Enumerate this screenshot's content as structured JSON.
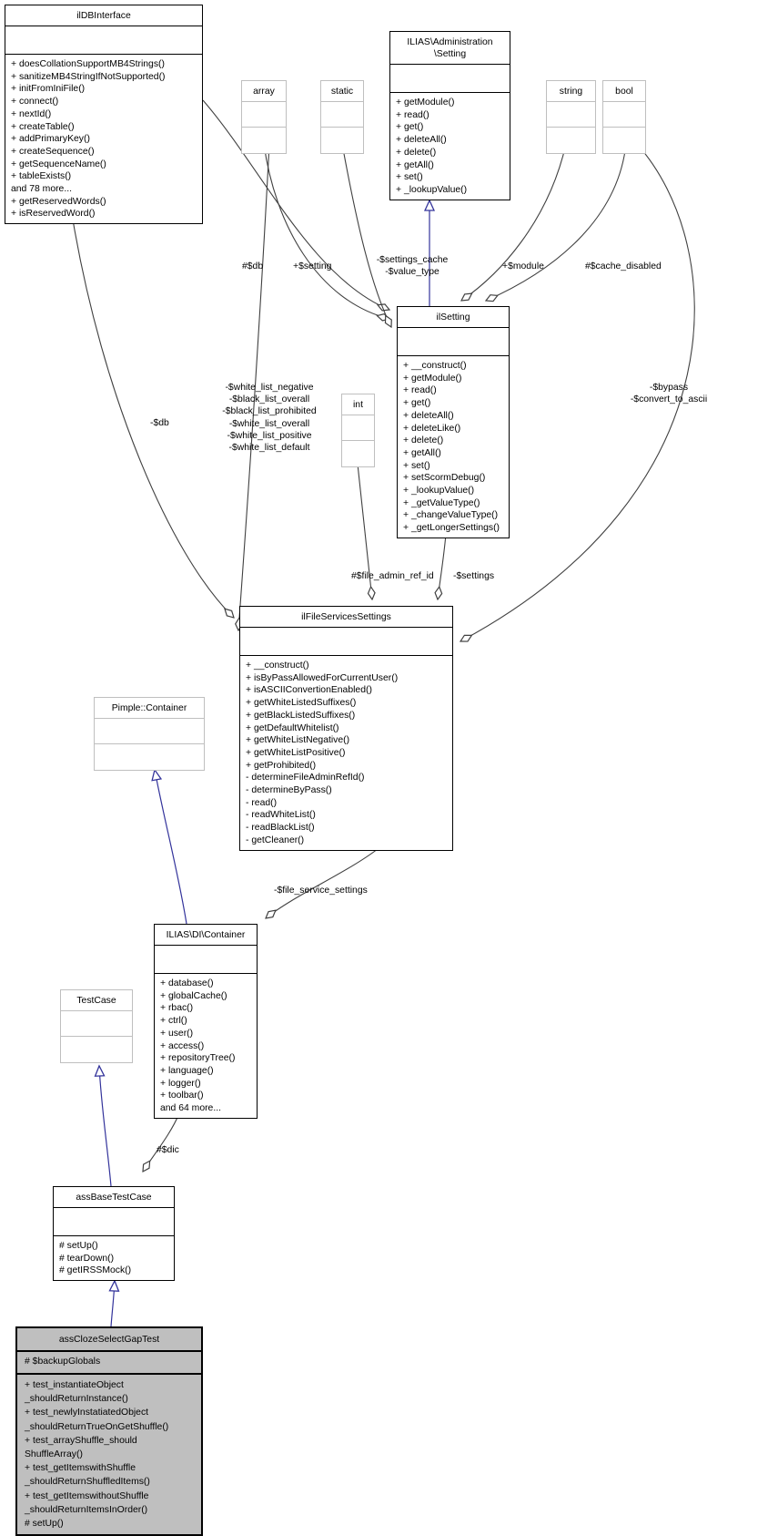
{
  "colors": {
    "inheritance": "#33339b",
    "aggregation": "#404040",
    "selected_fill": "#bfbfbf",
    "external_border": "#bfbfbf"
  },
  "classes": {
    "ildbinterface": {
      "title_lines": [
        "ilDBInterface"
      ],
      "attrs": [],
      "methods": [
        "+ doesCollationSupportMB4Strings()",
        "+ sanitizeMB4StringIfNotSupported()",
        "+ initFromIniFile()",
        "+ connect()",
        "+ nextId()",
        "+ createTable()",
        "+ addPrimaryKey()",
        "+ createSequence()",
        "+ getSequenceName()",
        "+ tableExists()",
        "and 78 more...",
        "+ getReservedWords()",
        "+ isReservedWord()"
      ]
    },
    "admin_setting": {
      "title_lines": [
        "ILIAS\\Administration",
        "\\Setting"
      ],
      "attrs": [],
      "methods": [
        "+ getModule()",
        "+ read()",
        "+ get()",
        "+ deleteAll()",
        "+ delete()",
        "+ getAll()",
        "+ set()",
        "+ _lookupValue()"
      ]
    },
    "array": {
      "title_lines": [
        "array"
      ],
      "attrs": [],
      "methods": []
    },
    "static": {
      "title_lines": [
        "static"
      ],
      "attrs": [],
      "methods": []
    },
    "string": {
      "title_lines": [
        "string"
      ],
      "attrs": [],
      "methods": []
    },
    "bool": {
      "title_lines": [
        "bool"
      ],
      "attrs": [],
      "methods": []
    },
    "int": {
      "title_lines": [
        "int"
      ],
      "attrs": [],
      "methods": []
    },
    "ilsetting": {
      "title_lines": [
        "ilSetting"
      ],
      "attrs": [],
      "methods": [
        "+ __construct()",
        "+ getModule()",
        "+ read()",
        "+ get()",
        "+ deleteAll()",
        "+ deleteLike()",
        "+ delete()",
        "+ getAll()",
        "+ set()",
        "+ setScormDebug()",
        "+ _lookupValue()",
        "+ _getValueType()",
        "+ _changeValueType()",
        "+ _getLongerSettings()"
      ]
    },
    "ilfileservicessettings": {
      "title_lines": [
        "ilFileServicesSettings"
      ],
      "attrs": [],
      "methods": [
        "+ __construct()",
        "+ isByPassAllowedForCurrentUser()",
        "+ isASCIIConvertionEnabled()",
        "+ getWhiteListedSuffixes()",
        "+ getBlackListedSuffixes()",
        "+ getDefaultWhitelist()",
        "+ getWhiteListNegative()",
        "+ getWhiteListPositive()",
        "+ getProhibited()",
        "- determineFileAdminRefId()",
        "- determineByPass()",
        "- read()",
        "- readWhiteList()",
        "- readBlackList()",
        "- getCleaner()"
      ]
    },
    "pimple_container": {
      "title_lines": [
        "Pimple::Container"
      ],
      "attrs": [],
      "methods": []
    },
    "di_container": {
      "title_lines": [
        "ILIAS\\DI\\Container"
      ],
      "attrs": [],
      "methods": [
        "+ database()",
        "+ globalCache()",
        "+ rbac()",
        "+ ctrl()",
        "+ user()",
        "+ access()",
        "+ repositoryTree()",
        "+ language()",
        "+ logger()",
        "+ toolbar()",
        "and 64 more..."
      ]
    },
    "testcase": {
      "title_lines": [
        "TestCase"
      ],
      "attrs": [],
      "methods": []
    },
    "assbasetestcase": {
      "title_lines": [
        "assBaseTestCase"
      ],
      "attrs": [],
      "methods": [
        "# setUp()",
        "# tearDown()",
        "# getIRSSMock()"
      ]
    },
    "assclozeselectgaptest": {
      "title_lines": [
        "assClozeSelectGapTest"
      ],
      "attrs": [
        "# $backupGlobals"
      ],
      "methods": [
        "+ test_instantiateObject",
        "_shouldReturnInstance()",
        "+ test_newlyInstatiatedObject",
        "_shouldReturnTrueOnGetShuffle()",
        "+ test_arrayShuffle_should",
        "ShuffleArray()",
        "+ test_getItemswithShuffle",
        "_shouldReturnShuffledItems()",
        "+ test_getItemswithoutShuffle",
        "_shouldReturnItemsInOrder()",
        "# setUp()"
      ]
    }
  },
  "edge_labels": {
    "db_setting": {
      "lines": [
        "#$db"
      ]
    },
    "setting": {
      "lines": [
        "+$setting"
      ]
    },
    "settings_cache": {
      "lines": [
        "-$settings_cache",
        "-$value_type"
      ]
    },
    "module": {
      "lines": [
        "+$module"
      ]
    },
    "cache_disabled": {
      "lines": [
        "#$cache_disabled"
      ]
    },
    "db_fss": {
      "lines": [
        "-$db"
      ]
    },
    "white_lists": {
      "lines": [
        "-$white_list_negative",
        "-$black_list_overall",
        "-$black_list_prohibited",
        "-$white_list_overall",
        "-$white_list_positive",
        "-$white_list_default"
      ]
    },
    "file_admin_ref_id": {
      "lines": [
        "#$file_admin_ref_id"
      ]
    },
    "settings_prop": {
      "lines": [
        "-$settings"
      ]
    },
    "bypass": {
      "lines": [
        "-$bypass",
        "-$convert_to_ascii"
      ]
    },
    "file_service_settings": {
      "lines": [
        "-$file_service_settings"
      ]
    },
    "dic": {
      "lines": [
        "#$dic"
      ]
    }
  }
}
